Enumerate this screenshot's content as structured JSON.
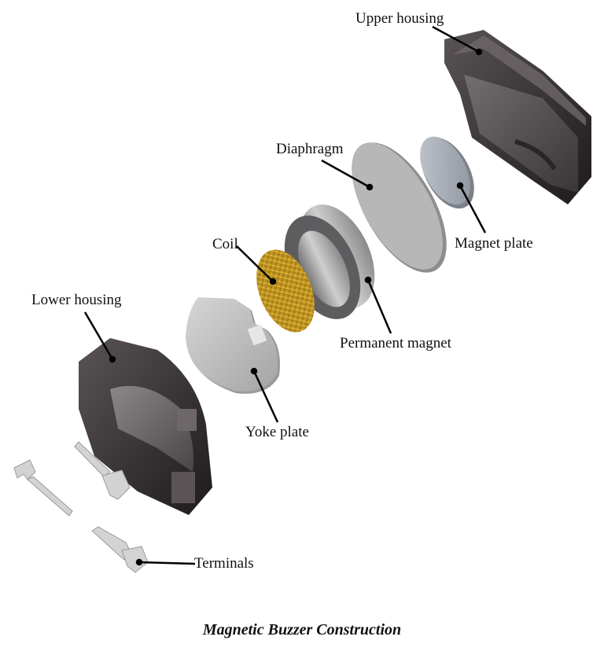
{
  "diagram": {
    "caption": "Magnetic Buzzer Construction",
    "components": [
      {
        "id": "upper_housing",
        "label": "Upper housing"
      },
      {
        "id": "diaphragm",
        "label": "Diaphragm"
      },
      {
        "id": "magnet_plate",
        "label": "Magnet plate"
      },
      {
        "id": "coil",
        "label": "Coil"
      },
      {
        "id": "permanent_magnet",
        "label": "Permanent magnet"
      },
      {
        "id": "lower_housing",
        "label": "Lower housing"
      },
      {
        "id": "yoke_plate",
        "label": "Yoke plate"
      },
      {
        "id": "terminals",
        "label": "Terminals"
      }
    ],
    "colors": {
      "housing": "#3a3536",
      "metal": "#b9b9b9",
      "coil": "#c9a02a",
      "leader": "#000000",
      "text": "#111111"
    }
  }
}
